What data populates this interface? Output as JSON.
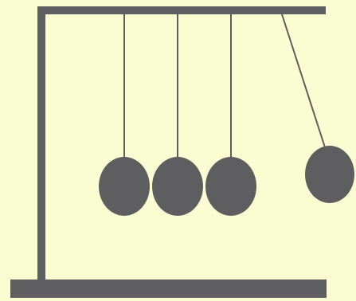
{
  "figure": {
    "subject": "newtons-cradle",
    "colors": {
      "background": "#fafcd2",
      "frame": "#5e5e60",
      "ball": "#5e5e60",
      "string": "#5e5e60"
    },
    "balls_at_rest": 3,
    "balls_swung_out": 1
  }
}
